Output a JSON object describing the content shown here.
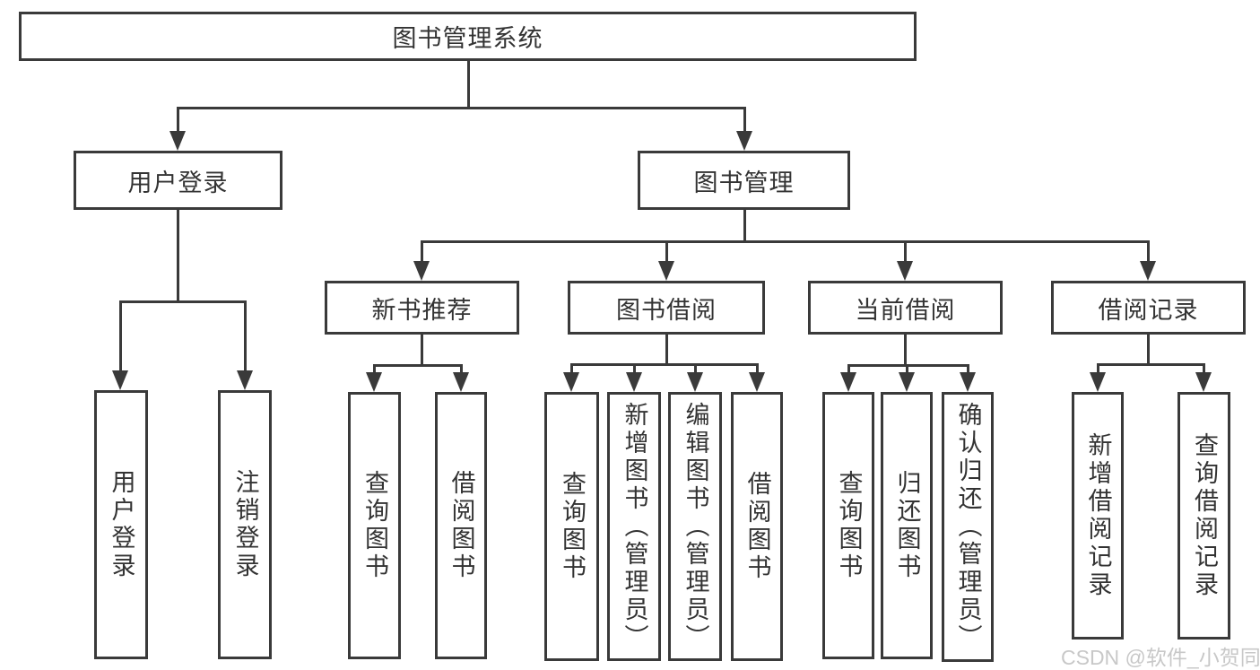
{
  "diagram": {
    "root": {
      "label": "图书管理系统"
    },
    "level2": [
      {
        "label": "用户登录"
      },
      {
        "label": "图书管理"
      }
    ],
    "level3": [
      {
        "label": "新书推荐"
      },
      {
        "label": "图书借阅"
      },
      {
        "label": "当前借阅"
      },
      {
        "label": "借阅记录"
      }
    ],
    "leaves": {
      "user": [
        "用户登录",
        "注销登录"
      ],
      "recommend": [
        "查询图书",
        "借阅图书"
      ],
      "borrow": [
        "查询图书",
        "新增图书（管理员）",
        "编辑图书（管理员）",
        "借阅图书"
      ],
      "current": [
        "查询图书",
        "归还图书",
        "确认归还（管理员）"
      ],
      "records": [
        "新增借阅记录",
        "查询借阅记录"
      ]
    }
  },
  "colors": {
    "line": "#3a3a3a",
    "text": "#333333",
    "watermark": "#c8c8c8",
    "bg": "#ffffff"
  },
  "watermark": {
    "text": "CSDN @软件_小贺同学"
  }
}
